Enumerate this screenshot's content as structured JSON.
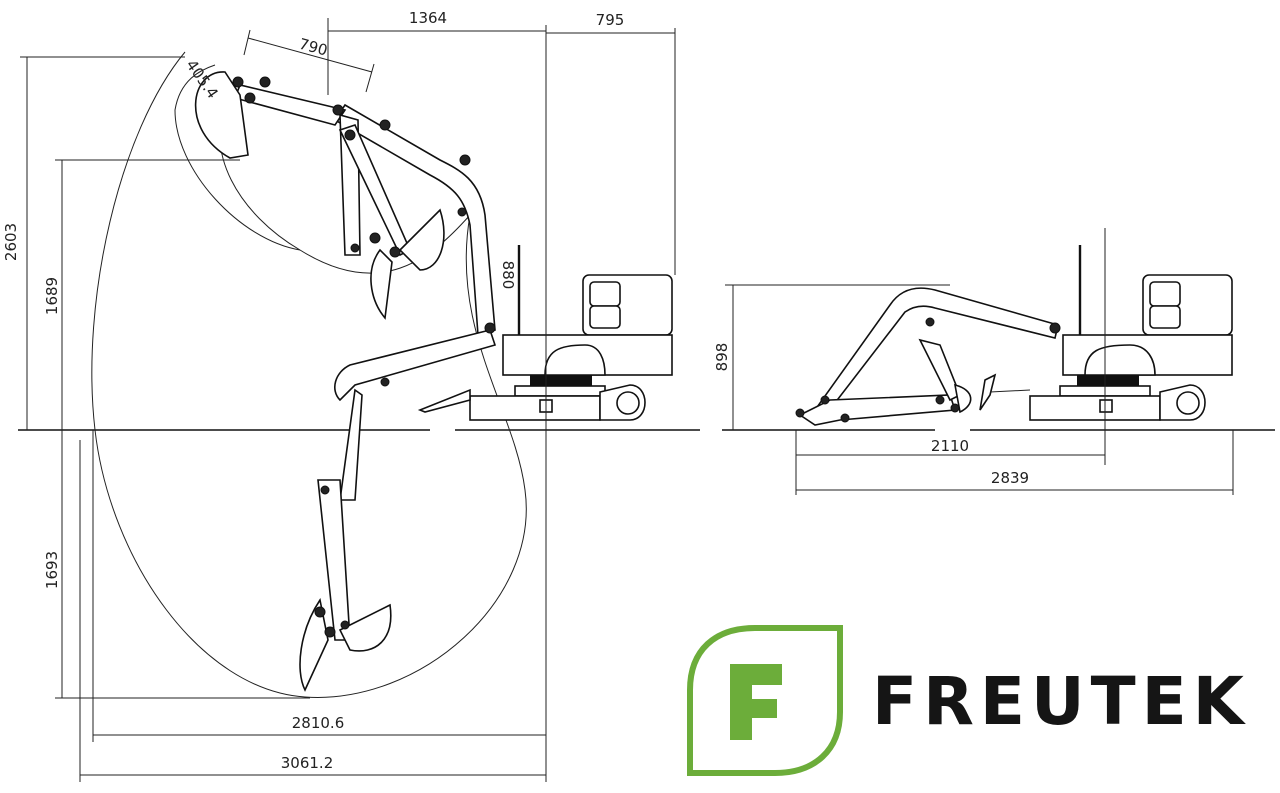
{
  "dimensions": {
    "reach_offset_top": "1364",
    "tail_length": "795",
    "bucket_link": "790",
    "bucket_width": "405.4",
    "max_height": "2603",
    "dump_height": "1689",
    "boom_offset": "880",
    "dig_depth": "1693",
    "reach_at_ground": "2810.6",
    "max_reach": "3061.2",
    "transport_height": "898",
    "front_to_center": "2110",
    "transport_length": "2839"
  },
  "brand": {
    "name": "FREUTEK",
    "logo_letter": "F",
    "logo_color": "#6cad3a",
    "text_color": "#151515"
  }
}
